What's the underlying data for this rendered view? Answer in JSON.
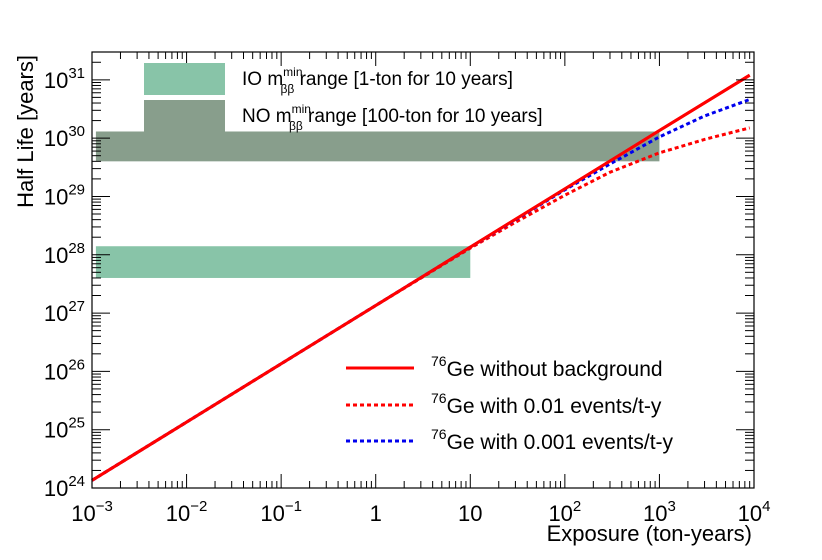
{
  "chart_data": {
    "type": "line",
    "xlabel": "Exposure (ton-years)",
    "ylabel": "Half Life [years]",
    "x_scale": "log",
    "y_scale": "log",
    "xlim": [
      0.001,
      10000
    ],
    "ylim": [
      1e+24,
      3e+31
    ],
    "x_ticks": [
      {
        "value": 0.001,
        "base": "10",
        "exp": "−3"
      },
      {
        "value": 0.01,
        "base": "10",
        "exp": "−2"
      },
      {
        "value": 0.1,
        "base": "10",
        "exp": "−1"
      },
      {
        "value": 1,
        "base": "1",
        "exp": ""
      },
      {
        "value": 10,
        "base": "10",
        "exp": ""
      },
      {
        "value": 100,
        "base": "10",
        "exp": "2"
      },
      {
        "value": 1000,
        "base": "10",
        "exp": "3"
      },
      {
        "value": 10000,
        "base": "10",
        "exp": "4"
      }
    ],
    "y_ticks": [
      {
        "value": 1e+24,
        "base": "10",
        "exp": "24"
      },
      {
        "value": 1e+25,
        "base": "10",
        "exp": "25"
      },
      {
        "value": 1e+26,
        "base": "10",
        "exp": "26"
      },
      {
        "value": 1e+27,
        "base": "10",
        "exp": "27"
      },
      {
        "value": 1e+28,
        "base": "10",
        "exp": "28"
      },
      {
        "value": 1e+29,
        "base": "10",
        "exp": "29"
      },
      {
        "value": 1e+30,
        "base": "10",
        "exp": "30"
      },
      {
        "value": 1e+31,
        "base": "10",
        "exp": "31"
      }
    ],
    "bands": [
      {
        "name_main": "IO m",
        "name_sup": "min",
        "name_sub": "ββ",
        "name_rest": " range [1-ton for 10 years]",
        "x": [
          0.0011,
          10
        ],
        "y": [
          4e+27,
          1.4e+28
        ],
        "color": "#88c4a8"
      },
      {
        "name_main": "NO m",
        "name_sup": "min",
        "name_sub": "ββ",
        "name_rest": " range [100-ton for 10 years]",
        "x": [
          0.0011,
          1000
        ],
        "y": [
          4e+29,
          1.3e+30
        ],
        "color": "#889e8c"
      }
    ],
    "series": [
      {
        "name_sup": "76",
        "name_main": "Ge without background",
        "color": "#ff0000",
        "dash": "solid",
        "x": [
          0.001,
          0.01,
          0.1,
          1,
          10,
          100,
          1000,
          9000
        ],
        "y": [
          1.35e+24,
          1.35e+25,
          1.35e+26,
          1.35e+27,
          1.35e+28,
          1.35e+29,
          1.35e+30,
          1.2e+31
        ]
      },
      {
        "name_sup": "76",
        "name_main": "Ge with 0.01 events/t-y",
        "color": "#ff0000",
        "dash": "dotted",
        "x": [
          0.001,
          0.01,
          0.1,
          1,
          10,
          30,
          100,
          300,
          1000,
          3000,
          9000
        ],
        "y": [
          1.35e+24,
          1.35e+25,
          1.35e+26,
          1.35e+27,
          1.3e+28,
          3.6e+28,
          1.05e+29,
          2.6e+29,
          5.6e+29,
          9.5e+29,
          1.5e+30
        ]
      },
      {
        "name_sup": "76",
        "name_main": "Ge with 0.001 events/t-y",
        "color": "#0000ee",
        "dash": "dotted",
        "x": [
          0.001,
          0.01,
          0.1,
          1,
          10,
          100,
          300,
          1000,
          3000,
          9000
        ],
        "y": [
          1.35e+24,
          1.35e+25,
          1.35e+26,
          1.35e+27,
          1.35e+28,
          1.3e+29,
          3.6e+29,
          1.05e+30,
          2.4e+30,
          4.6e+30
        ]
      }
    ]
  }
}
